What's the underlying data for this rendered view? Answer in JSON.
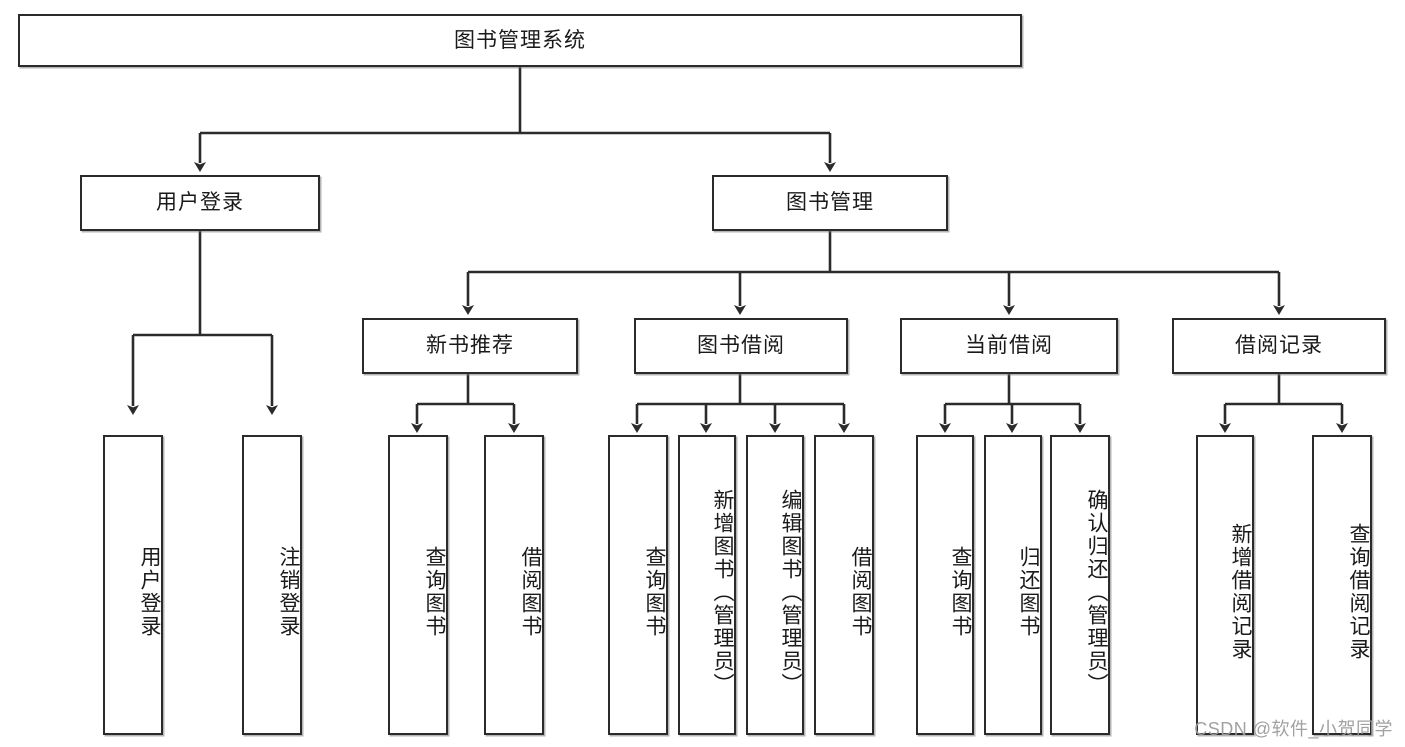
{
  "diagram": {
    "title_text": "图书管理系统",
    "type": "tree-hierarchy-diagram",
    "colors": {
      "box_border": "#2b2b2b",
      "box_fill": "#ffffff",
      "connector": "#2b2b2b",
      "background": "#ffffff",
      "watermark": "#9c9c9c"
    },
    "root": {
      "id": "root",
      "label": "图书管理系统",
      "orientation": "horizontal"
    },
    "level2": [
      {
        "id": "user-login",
        "label": "用户登录",
        "orientation": "horizontal"
      },
      {
        "id": "book-management",
        "label": "图书管理",
        "orientation": "horizontal"
      }
    ],
    "level3": [
      {
        "id": "new-book-recommend",
        "label": "新书推荐",
        "orientation": "horizontal"
      },
      {
        "id": "book-borrow",
        "label": "图书借阅",
        "orientation": "horizontal"
      },
      {
        "id": "current-borrow",
        "label": "当前借阅",
        "orientation": "horizontal"
      },
      {
        "id": "borrow-record",
        "label": "借阅记录",
        "orientation": "horizontal"
      }
    ],
    "leaves": {
      "user_login": [
        {
          "id": "leaf-user-login",
          "label": "用户登录"
        },
        {
          "id": "leaf-logout-login",
          "label": "注销登录"
        }
      ],
      "new_book_recommend": [
        {
          "id": "leaf-query-book-1",
          "label": "查询图书"
        },
        {
          "id": "leaf-borrow-book-1",
          "label": "借阅图书"
        }
      ],
      "book_borrow": [
        {
          "id": "leaf-query-book-2",
          "label": "查询图书"
        },
        {
          "id": "leaf-add-book-admin",
          "label": "新增图书（管理员）"
        },
        {
          "id": "leaf-edit-book-admin",
          "label": "编辑图书（管理员）"
        },
        {
          "id": "leaf-borrow-book-2",
          "label": "借阅图书"
        }
      ],
      "current_borrow": [
        {
          "id": "leaf-query-book-3",
          "label": "查询图书"
        },
        {
          "id": "leaf-return-book",
          "label": "归还图书"
        },
        {
          "id": "leaf-confirm-return-admin",
          "label": "确认归还（管理员）"
        }
      ],
      "borrow_record": [
        {
          "id": "leaf-add-borrow-record",
          "label": "新增借阅记录"
        },
        {
          "id": "leaf-query-borrow-record",
          "label": "查询借阅记录"
        }
      ]
    },
    "watermark": "CSDN @软件_小贺同学"
  }
}
